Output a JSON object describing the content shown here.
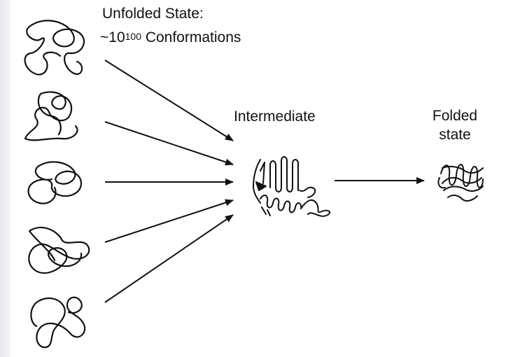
{
  "unfolded": {
    "title": "Unfolded State:",
    "count_prefix": "~10",
    "count_exponent": "100",
    "count_suffix": " Conformations"
  },
  "intermediate": {
    "label": "Intermediate"
  },
  "folded": {
    "line1": "Folded",
    "line2": "state"
  },
  "colors": {
    "ink": "#111111",
    "background": "#ffffff",
    "side_band": "#e8eaee"
  }
}
